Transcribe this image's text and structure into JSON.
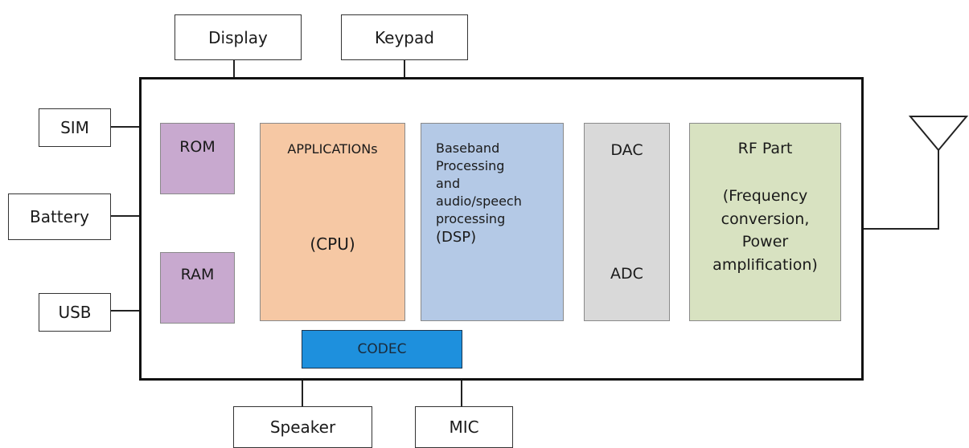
{
  "external": {
    "display": "Display",
    "keypad": "Keypad",
    "sim": "SIM",
    "battery": "Battery",
    "usb": "USB",
    "speaker": "Speaker",
    "mic": "MIC"
  },
  "blocks": {
    "rom": "ROM",
    "ram": "RAM",
    "applications": {
      "title": "APPLICATIONs",
      "subtitle": "(CPU)"
    },
    "baseband": {
      "lines": [
        "Baseband",
        "Processing",
        "and",
        "audio/speech",
        "processing"
      ],
      "last": "(DSP)"
    },
    "converters": {
      "top": "DAC",
      "bottom": "ADC"
    },
    "rf": {
      "title": "RF Part",
      "lines": [
        "(Frequency",
        "conversion,",
        "Power",
        "amplification)"
      ]
    },
    "codec": "CODEC"
  },
  "colors": {
    "memory": "#c8a9cf",
    "applications": "#f6c8a4",
    "baseband": "#b4c9e6",
    "converters": "#d9d9d9",
    "rf": "#d8e2c1",
    "codec": "#1e90dd"
  },
  "icons": {
    "antenna": "antenna-icon"
  }
}
